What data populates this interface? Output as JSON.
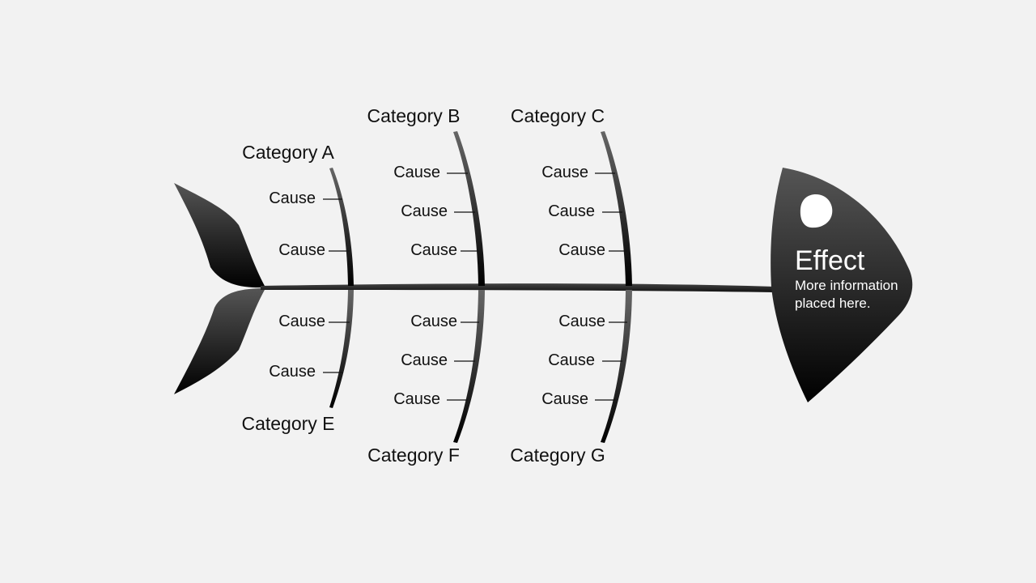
{
  "effect": {
    "title": "Effect",
    "desc_line1": "More information",
    "desc_line2": "placed here."
  },
  "categories": {
    "a": {
      "label": "Category A",
      "causes": [
        "Cause",
        "Cause"
      ]
    },
    "b": {
      "label": "Category B",
      "causes": [
        "Cause",
        "Cause",
        "Cause"
      ]
    },
    "c": {
      "label": "Category C",
      "causes": [
        "Cause",
        "Cause",
        "Cause"
      ]
    },
    "e": {
      "label": "Category E",
      "causes": [
        "Cause",
        "Cause"
      ]
    },
    "f": {
      "label": "Category F",
      "causes": [
        "Cause",
        "Cause",
        "Cause"
      ]
    },
    "g": {
      "label": "Category G",
      "causes": [
        "Cause",
        "Cause",
        "Cause"
      ]
    }
  },
  "colors": {
    "background": "#f2f2f2",
    "shape_dark": "#000000",
    "shape_light": "#555555",
    "text": "#111111",
    "effect_text": "#ffffff"
  }
}
